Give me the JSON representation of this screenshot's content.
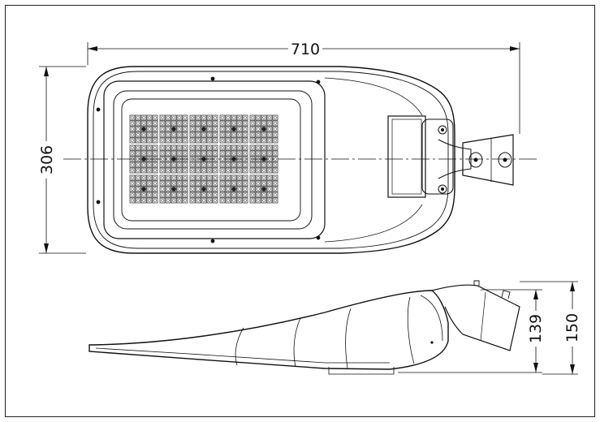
{
  "dimensions": {
    "overall_length": "710",
    "overall_width": "306",
    "bracket_height": "139",
    "total_height": "150"
  }
}
